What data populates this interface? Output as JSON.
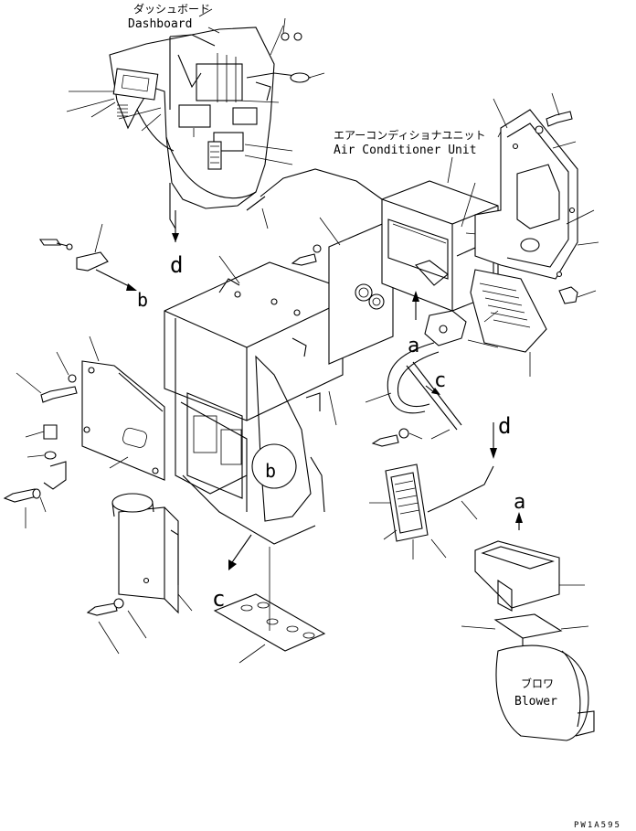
{
  "labels": {
    "dashboard_jp": "ダッシュボード",
    "dashboard_en": "Dashboard",
    "aircon_jp": "エアーコンディショナユニット",
    "aircon_en": "Air Conditioner Unit",
    "blower_jp": "ブロワ",
    "blower_en": "Blower"
  },
  "refs": {
    "a": "a",
    "b": "b",
    "c": "c",
    "d": "d"
  },
  "drawing_no": "PW1A595"
}
